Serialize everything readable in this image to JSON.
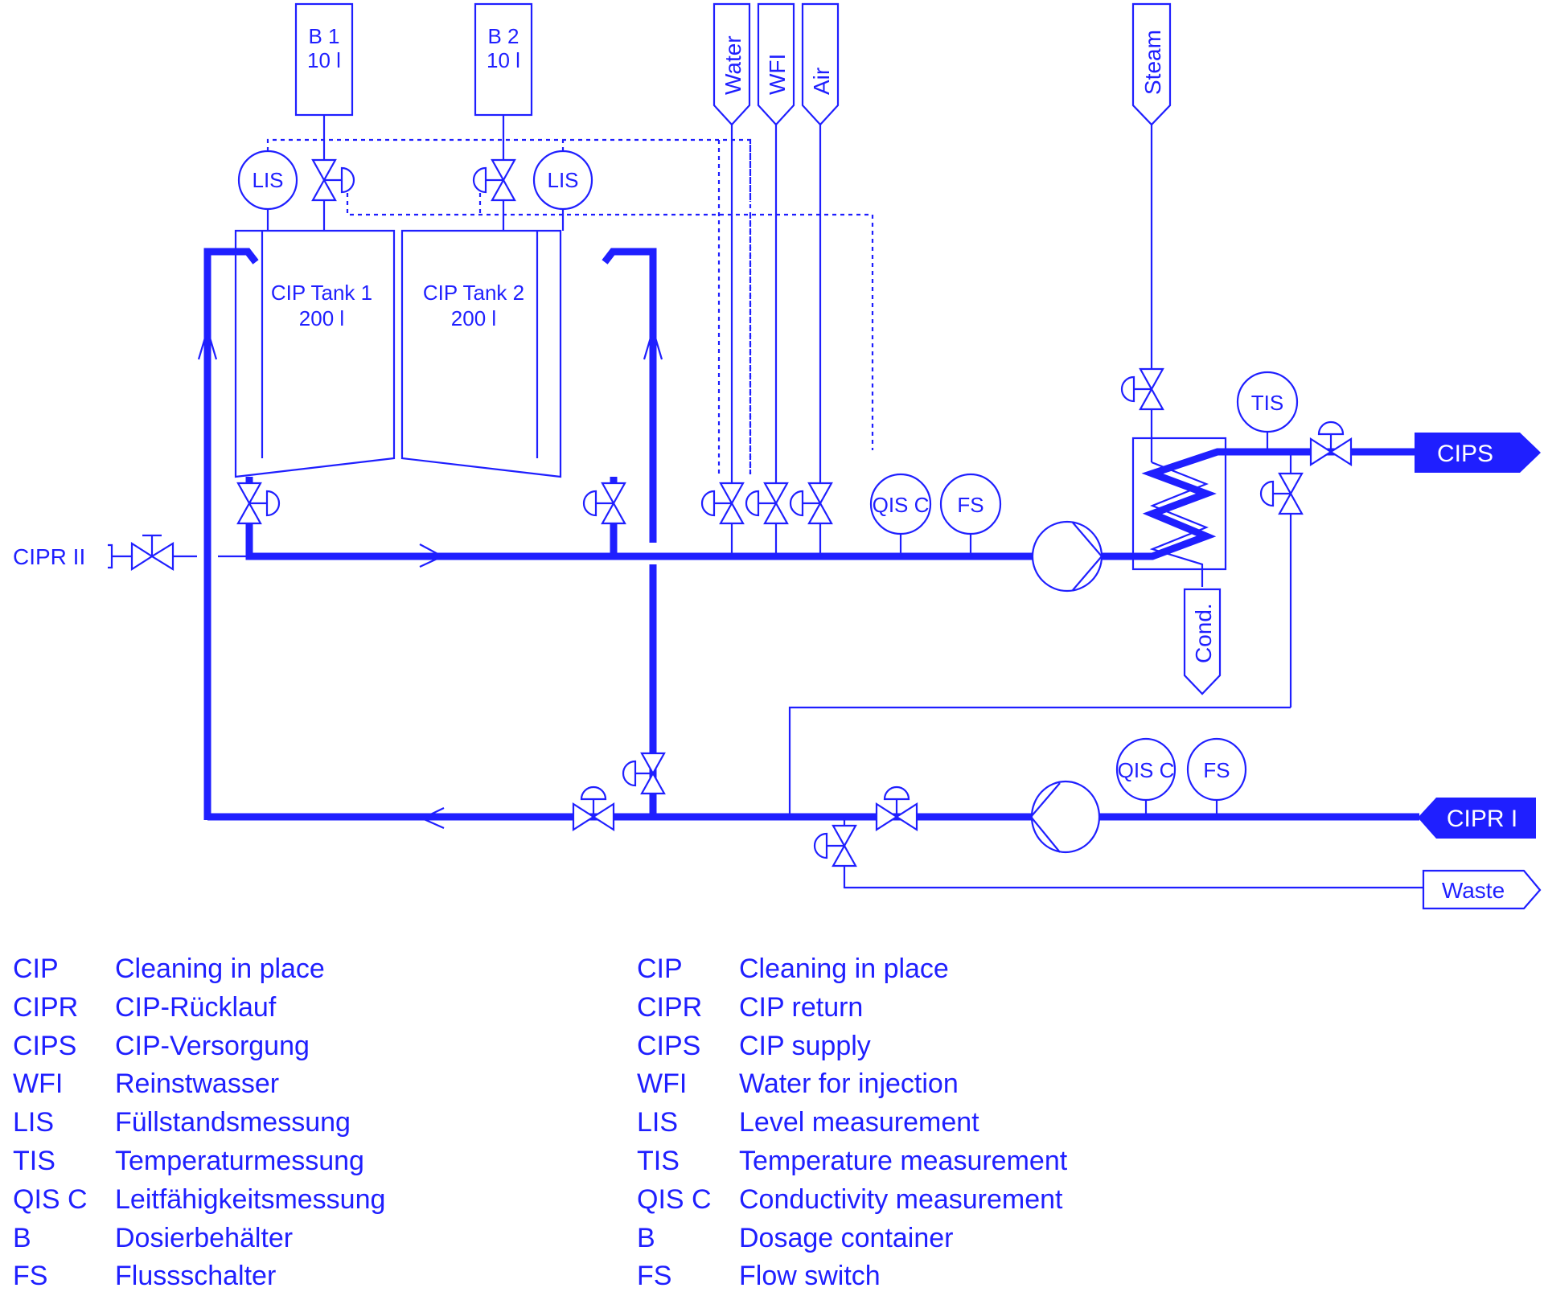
{
  "diagram": {
    "title": "CIP system P&ID",
    "color": "#1f1fff",
    "dosage_containers": [
      {
        "label": "B 1",
        "volume": "10 l"
      },
      {
        "label": "B 2",
        "volume": "10 l"
      }
    ],
    "tanks": [
      {
        "label": "CIP Tank 1",
        "volume": "200 l"
      },
      {
        "label": "CIP Tank 2",
        "volume": "200 l"
      }
    ],
    "media_inlets": [
      "Water",
      "WFI",
      "Air",
      "Steam"
    ],
    "instruments": {
      "lis": "LIS",
      "tis": "TIS",
      "qisc": "QIS C",
      "fs": "FS"
    },
    "connections": {
      "cips": "CIPS",
      "cipr1": "CIPR I",
      "cipr2": "CIPR II",
      "waste": "Waste",
      "condensate": "Cond."
    }
  },
  "legend_de": [
    {
      "abbr": "CIP",
      "text": "Cleaning in place"
    },
    {
      "abbr": "CIPR",
      "text": "CIP-Rücklauf"
    },
    {
      "abbr": "CIPS",
      "text": "CIP-Versorgung"
    },
    {
      "abbr": "WFI",
      "text": "Reinstwasser"
    },
    {
      "abbr": "LIS",
      "text": "Füllstandsmessung"
    },
    {
      "abbr": "TIS",
      "text": "Temperaturmessung"
    },
    {
      "abbr": "QIS C",
      "text": "Leitfähigkeitsmessung"
    },
    {
      "abbr": "B",
      "text": "Dosierbehälter"
    },
    {
      "abbr": "FS",
      "text": "Flussschalter"
    }
  ],
  "legend_en": [
    {
      "abbr": "CIP",
      "text": "Cleaning in place"
    },
    {
      "abbr": "CIPR",
      "text": "CIP return"
    },
    {
      "abbr": "CIPS",
      "text": "CIP supply"
    },
    {
      "abbr": "WFI",
      "text": "Water for injection"
    },
    {
      "abbr": "LIS",
      "text": "Level measurement"
    },
    {
      "abbr": "TIS",
      "text": "Temperature measurement"
    },
    {
      "abbr": "QIS C",
      "text": "Conductivity measurement"
    },
    {
      "abbr": "B",
      "text": "Dosage container"
    },
    {
      "abbr": "FS",
      "text": "Flow switch"
    }
  ]
}
